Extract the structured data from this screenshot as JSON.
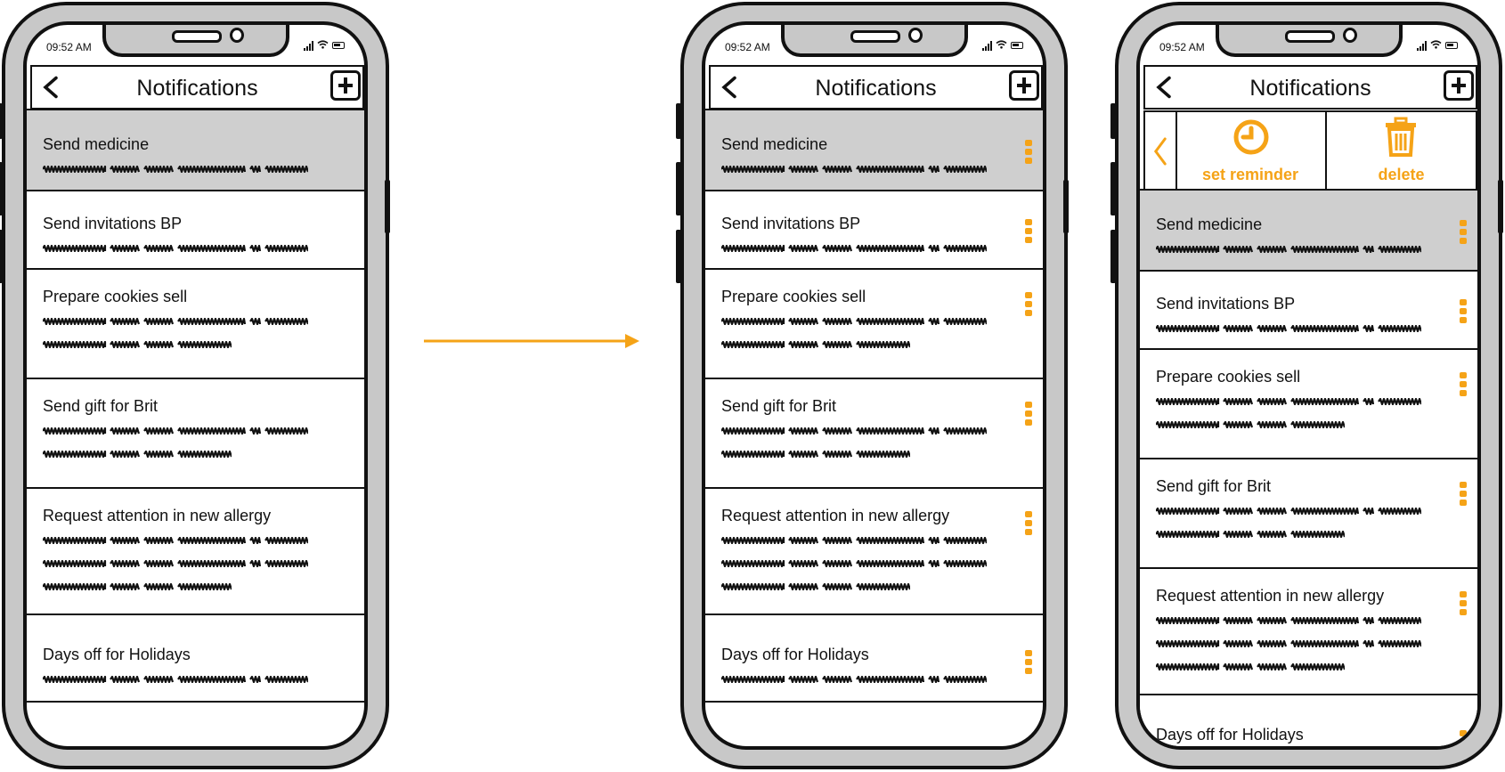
{
  "status_bar": {
    "time": "09:52 AM"
  },
  "header": {
    "title": "Notifications"
  },
  "action_bar": {
    "set_reminder_label": "set reminder",
    "delete_label": "delete"
  },
  "colors": {
    "accent": "#f5a317",
    "selected_row": "#cfcfcf",
    "frame": "#c8c8c8"
  },
  "notifications": [
    {
      "title": "Send medicine",
      "lines": 1
    },
    {
      "title": "Send invitations BP",
      "lines": 1
    },
    {
      "title": "Prepare cookies sell",
      "lines": 2
    },
    {
      "title": "Send gift for Brit",
      "lines": 2
    },
    {
      "title": "Request attention in new allergy",
      "lines": 3
    },
    {
      "title": "Days off for Holidays",
      "lines": 1
    }
  ]
}
